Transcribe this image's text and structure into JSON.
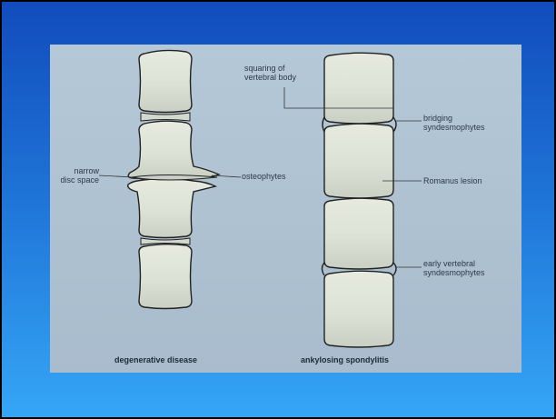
{
  "labels": {
    "narrow_disc_space": "narrow\ndisc space",
    "osteophytes": "osteophytes",
    "squaring": "squaring of\nvertebral body",
    "bridging": "bridging\nsyndesmophytes",
    "romanus": "Romanus lesion",
    "early": "early vertebral\nsyndesmophytes"
  },
  "captions": {
    "left": "degenerative disease",
    "right": "ankylosing spondylitis"
  },
  "colors": {
    "slide_gradient_top": "#114cbc",
    "slide_gradient_bottom": "#35a6f6",
    "panel": "#b0c4d4",
    "bone": "#dfe4da",
    "outline": "#222222"
  }
}
